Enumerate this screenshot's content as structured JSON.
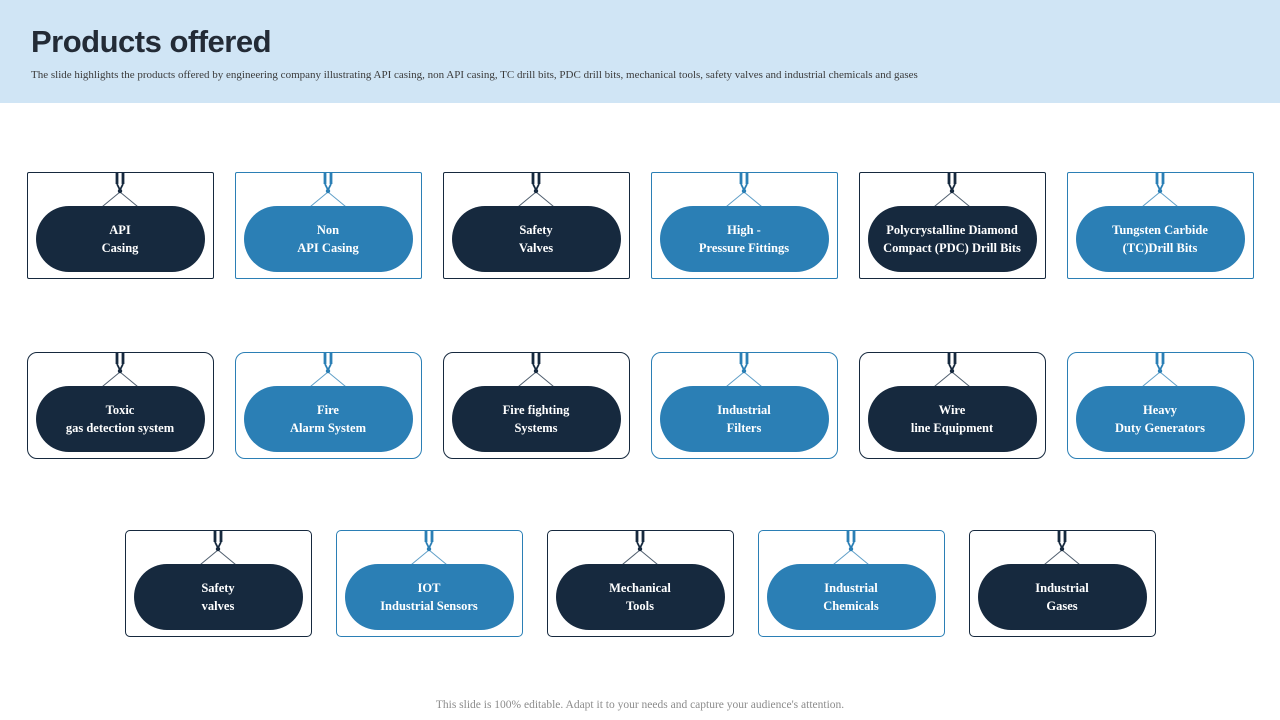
{
  "header": {
    "title": "Products offered",
    "subtitle": "The slide highlights the products offered by engineering company illustrating API casing, non API casing, TC drill bits, PDC drill bits, mechanical tools, safety valves and industrial chemicals and gases"
  },
  "colors": {
    "slide_bg": "#FFFFFF",
    "header_bg": "#D0E5F5",
    "title_color": "#232B36",
    "subtitle_color": "#3B3B3B",
    "dark": "#16293E",
    "blue": "#2B7FB5",
    "pill_text": "#FFFFFF",
    "footer_color": "#8C8C8C"
  },
  "rows": [
    {
      "items": [
        {
          "lines": [
            "API",
            "Casing"
          ],
          "theme": "dark"
        },
        {
          "lines": [
            "Non",
            "API Casing"
          ],
          "theme": "blue"
        },
        {
          "lines": [
            "Safety",
            "Valves"
          ],
          "theme": "dark"
        },
        {
          "lines": [
            "High -",
            "Pressure Fittings"
          ],
          "theme": "blue"
        },
        {
          "lines": [
            "Polycrystalline Diamond",
            "Compact (PDC) Drill Bits"
          ],
          "theme": "dark"
        },
        {
          "lines": [
            "Tungsten Carbide",
            "(TC)Drill Bits"
          ],
          "theme": "blue"
        }
      ]
    },
    {
      "items": [
        {
          "lines": [
            "Toxic",
            "gas detection system"
          ],
          "theme": "dark"
        },
        {
          "lines": [
            "Fire",
            "Alarm System"
          ],
          "theme": "blue"
        },
        {
          "lines": [
            "Fire fighting",
            "Systems"
          ],
          "theme": "dark"
        },
        {
          "lines": [
            "Industrial",
            "Filters"
          ],
          "theme": "blue"
        },
        {
          "lines": [
            "Wire",
            "line Equipment"
          ],
          "theme": "dark"
        },
        {
          "lines": [
            "Heavy",
            "Duty Generators"
          ],
          "theme": "blue"
        }
      ]
    },
    {
      "items": [
        {
          "lines": [
            "Safety",
            "valves"
          ],
          "theme": "dark"
        },
        {
          "lines": [
            "IOT",
            "Industrial Sensors"
          ],
          "theme": "blue"
        },
        {
          "lines": [
            "Mechanical",
            "Tools"
          ],
          "theme": "dark"
        },
        {
          "lines": [
            "Industrial",
            "Chemicals"
          ],
          "theme": "blue"
        },
        {
          "lines": [
            "Industrial",
            "Gases"
          ],
          "theme": "dark"
        }
      ]
    }
  ],
  "footer": {
    "text": "This slide is 100% editable. Adapt it to your needs and capture your audience's attention."
  }
}
